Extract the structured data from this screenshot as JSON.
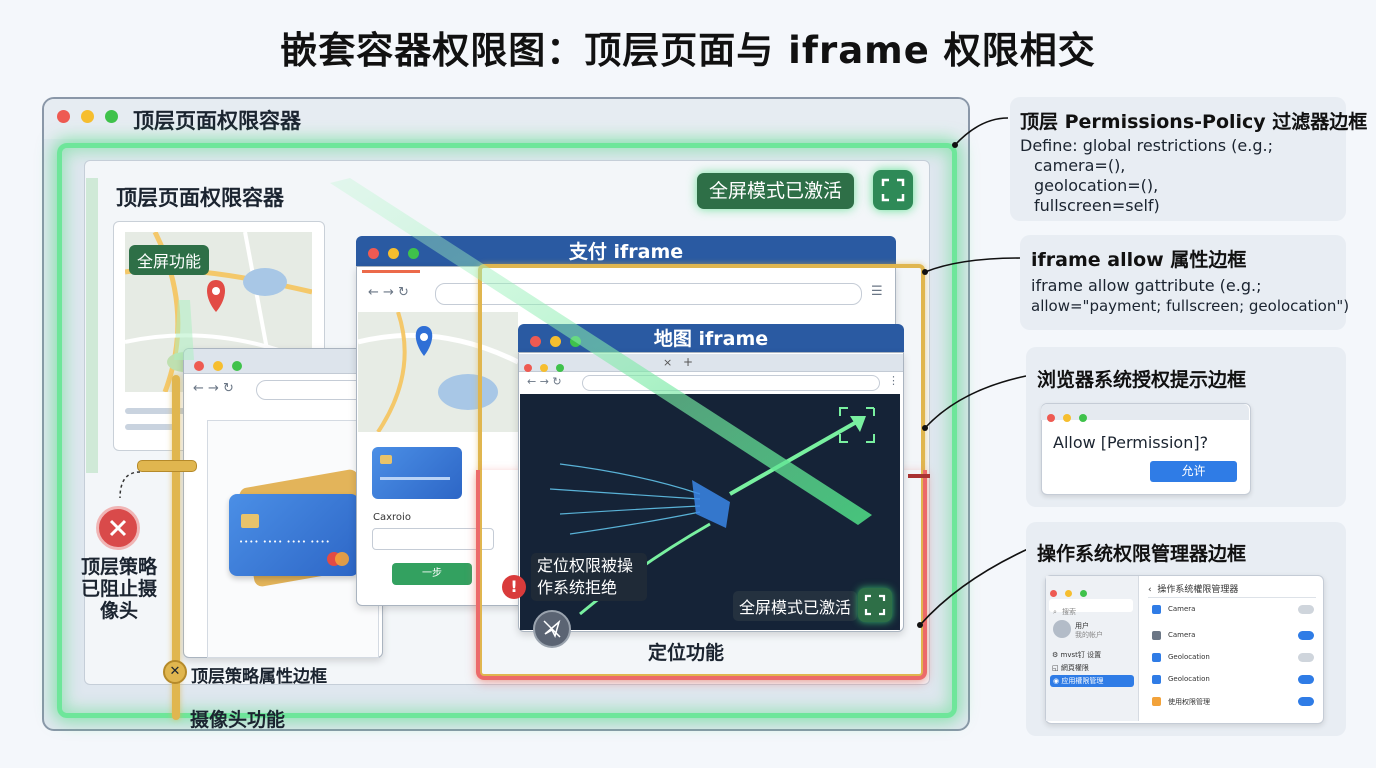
{
  "title": "嵌套容器权限图：顶层页面与 iframe 权限相交",
  "top_container": {
    "window_title": "顶层页面权限容器",
    "inner_title": "顶层页面权限容器",
    "fullscreen_badge": "全屏模式已激活"
  },
  "map_card": {
    "feature_label": "全屏功能"
  },
  "camera": {
    "blocked_label": "顶层策略已阻止摄像头",
    "policy_border_label": "顶层策略属性边框",
    "feature_label": "摄像头功能"
  },
  "payment_iframe": {
    "title": "支付 iframe",
    "form_label": "Caxroio",
    "button_label": "一步"
  },
  "map_iframe": {
    "title": "地图 iframe",
    "denied_label": "定位权限被操作系统拒绝",
    "fullscreen_label": "全屏模式已激活",
    "feature_label": "定位功能",
    "tab_close": "×",
    "tab_add": "+"
  },
  "legend": {
    "top_policy": {
      "title": "顶层 Permissions-Policy 过滤器边框",
      "lines": [
        "Define: global restrictions (e.g.;",
        "camera=(),",
        "geolocation=(),",
        "fullscreen=self)"
      ]
    },
    "iframe_allow": {
      "title": "iframe allow 属性边框",
      "lines": [
        "iframe allow gattribute (e.g.;",
        "allow=\"payment; fullscreen; geolocation\")"
      ]
    },
    "browser_prompt": {
      "title": "浏览器系统授权提示边框",
      "dialog_text": "Allow [Permission]?",
      "button": "允许"
    },
    "os_manager": {
      "title": "操作系统权限管理器边框",
      "header": "操作系统權限管理器",
      "search": "搜索",
      "user_name": "用户",
      "user_sub": "我的帐户",
      "sidebar": [
        "mvst钉 设置",
        "網頁權限",
        "应用權限管理"
      ],
      "rows": [
        {
          "label": "Camera",
          "on": false
        },
        {
          "label": "Camera",
          "on": true
        },
        {
          "label": "Geolocation",
          "on": false
        },
        {
          "label": "Geolocation",
          "on": true
        },
        {
          "label": "使用权限管理",
          "on": true
        }
      ]
    }
  },
  "colors": {
    "green_glow": "#6ee69a",
    "gold_border": "#e0b64f",
    "red_border": "#ec6a6a",
    "iframe_header": "#2a5aa2",
    "dark_view": "#152337"
  }
}
